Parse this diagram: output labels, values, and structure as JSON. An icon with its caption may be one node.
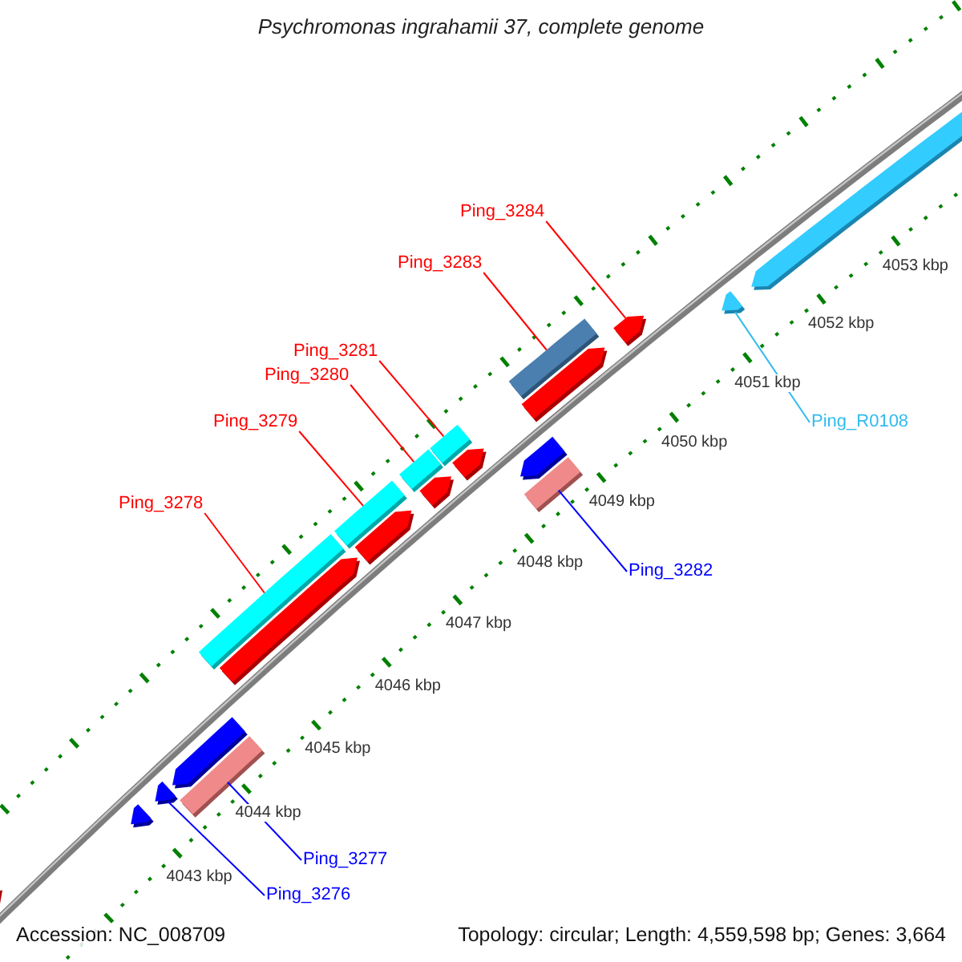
{
  "diagram": {
    "title": "Psychromonas ingrahamii 37, complete genome",
    "nodes": [
      {
        "text": [
          "Ping_3284"
        ]
      },
      {
        "text": [
          "Ping_3283"
        ]
      },
      {
        "text": [
          "Ping_3281"
        ]
      },
      {
        "text": [
          "Ping_3280"
        ]
      },
      {
        "text": [
          "Ping_3279"
        ]
      },
      {
        "text": [
          "Ping_R0108"
        ]
      },
      {
        "text": [
          "Ping_3278"
        ]
      },
      {
        "text": [
          "Ping_3282"
        ]
      },
      {
        "text": [
          "Ping_3277"
        ]
      },
      {
        "text": [
          "Ping_3276"
        ]
      },
      {
        "text": [],
        "shape": "pentagon"
      },
      {
        "text": [],
        "shape": "pentagon"
      },
      {
        "text": [],
        "shape": "pentagon"
      },
      {
        "text": [],
        "shape": "pentagon"
      },
      {
        "text": [],
        "shape": "bar"
      },
      {
        "text": [],
        "shape": "bar"
      },
      {
        "text": [],
        "shape": "pentagon"
      },
      {
        "text": [],
        "shape": "bar"
      },
      {
        "text": [],
        "shape": "pentagon"
      },
      {
        "text": [],
        "shape": "bar"
      },
      {
        "text": [],
        "shape": "pentagon"
      },
      {
        "text": [],
        "shape": "bar"
      },
      {
        "text": [],
        "shape": "pentagon"
      },
      {
        "text": [],
        "shape": "bar"
      },
      {
        "text": [],
        "shape": "pentagon"
      },
      {
        "text": [],
        "shape": "pentagon"
      },
      {
        "text": [],
        "shape": "bar"
      },
      {
        "text": [],
        "shape": "pentagon"
      },
      {
        "text": [],
        "shape": "pentagon"
      },
      {
        "text": [],
        "shape": "pentagon"
      }
    ],
    "edges": [
      {
        "from": 0,
        "to": 27,
        "arrow": "none"
      },
      {
        "from": 1,
        "to": 23,
        "arrow": "none"
      },
      {
        "from": 2,
        "to": 21,
        "arrow": "none"
      },
      {
        "from": 3,
        "to": 19,
        "arrow": "none"
      },
      {
        "from": 4,
        "to": 17,
        "arrow": "none"
      },
      {
        "from": 5,
        "to": 28,
        "arrow": "none",
        "color": "#33bbee"
      },
      {
        "from": 6,
        "to": 15,
        "arrow": "none"
      },
      {
        "from": 7,
        "to": 26,
        "arrow": "none",
        "color": "#0000ff"
      },
      {
        "from": 8,
        "to": 14,
        "arrow": "none",
        "color": "#0000ff"
      },
      {
        "from": 9,
        "to": 12,
        "arrow": "none",
        "color": "#0000ff"
      }
    ],
    "labels": [
      "4053 kbp",
      "4052 kbp",
      "4051 kbp",
      "4050 kbp",
      "4049 kbp",
      "4048 kbp",
      "4047 kbp",
      "4046 kbp",
      "4045 kbp",
      "4044 kbp",
      "4043 kbp",
      "Accession: NC_008709",
      "Topology: circular; Length: 4,559,598 bp; Genes: 3,664"
    ]
  }
}
